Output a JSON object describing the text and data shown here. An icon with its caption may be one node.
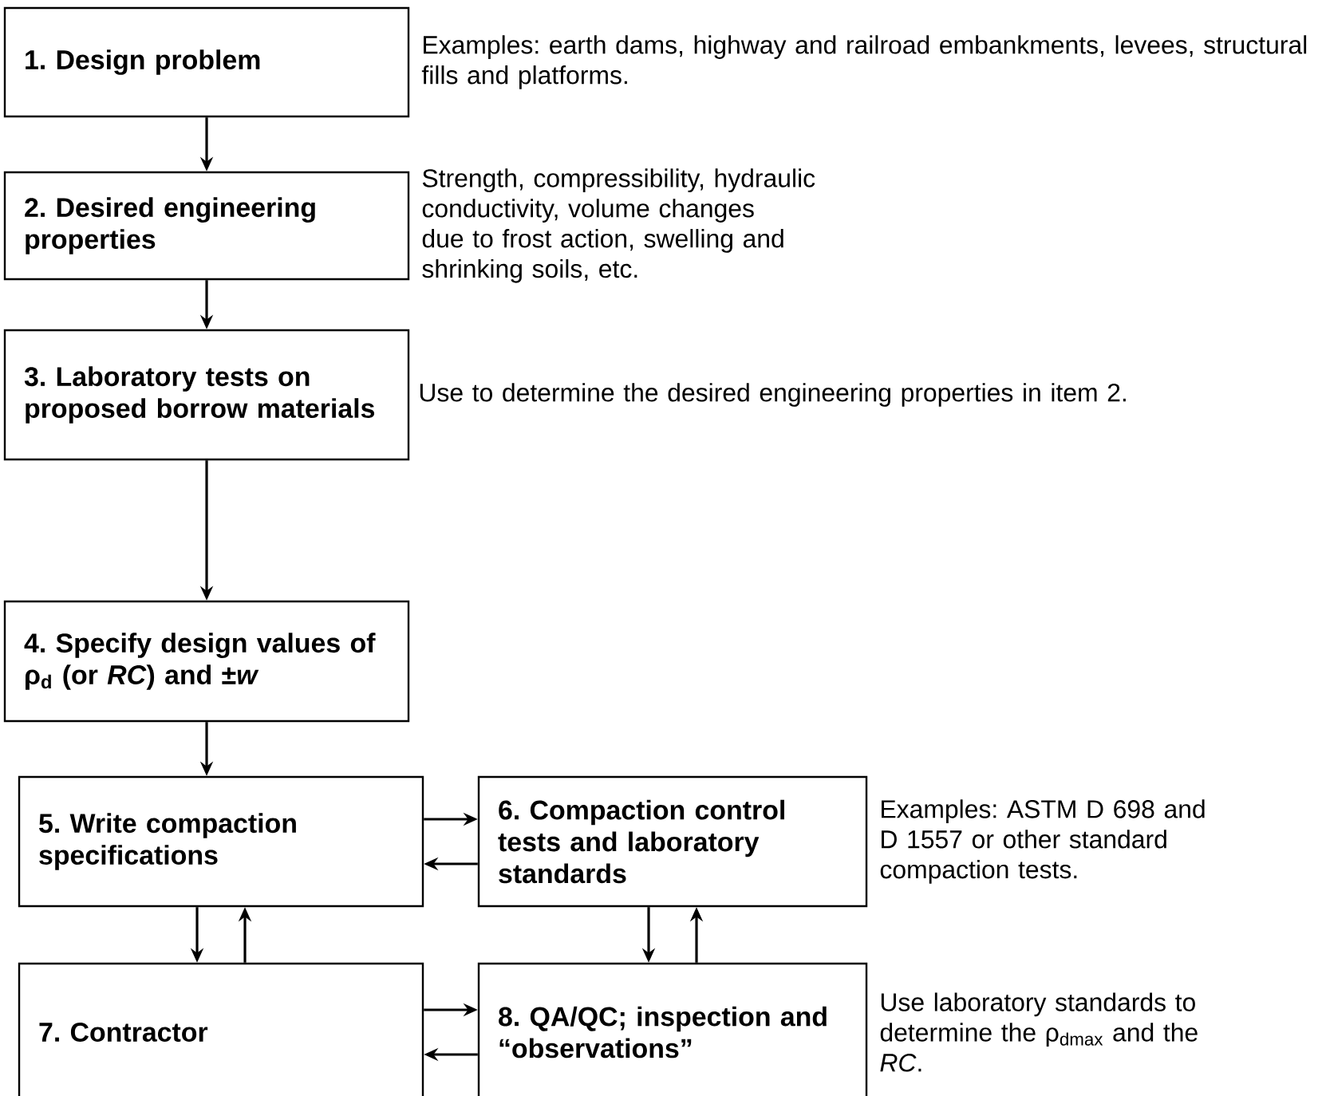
{
  "diagram": {
    "nodes": [
      {
        "text": [
          "1. Design problem"
        ],
        "beside": [
          "Examples: earth dams, highway and railroad embankments, levees, structural fills and platforms."
        ]
      },
      {
        "text": [
          "2. Desired engineering properties"
        ],
        "beside": [
          "Strength, compressibility, hydraulic conductivity, volume changes due to frost action, swelling and shrinking soils, etc."
        ]
      },
      {
        "text": [
          "3. Laboratory tests on proposed borrow materials"
        ],
        "beside": [
          "Use to determine the desired engineering properties in item 2."
        ]
      },
      {
        "text": [
          "4. Specify design values of ρ$_{d}$ (or *RC*) and ±*w*"
        ]
      },
      {
        "text": [
          "5. Write compaction specifications"
        ]
      },
      {
        "text": [
          "6. Compaction control tests and laboratory standards"
        ],
        "beside": [
          "Examples: ASTM D 698 and D 1557 or other standard compaction tests."
        ]
      },
      {
        "text": [
          "7. Contractor"
        ]
      },
      {
        "text": [
          "8. QA/QC; inspection and “observations”"
        ],
        "beside": [
          "Use laboratory standards to determine the ρ$_{dmax}$ and the *RC*."
        ]
      }
    ],
    "edges": [
      {
        "from": 0,
        "to": 1,
        "arrow": "to"
      },
      {
        "from": 1,
        "to": 2,
        "arrow": "to"
      },
      {
        "from": 2,
        "to": 3,
        "arrow": "to"
      },
      {
        "from": 3,
        "to": 4,
        "arrow": "to"
      },
      {
        "from": 4,
        "to": 5,
        "arrow": "to"
      },
      {
        "from": 5,
        "to": 4,
        "arrow": "to"
      },
      {
        "from": 4,
        "to": 6,
        "arrow": "to"
      },
      {
        "from": 6,
        "to": 4,
        "arrow": "to"
      },
      {
        "from": 5,
        "to": 7,
        "arrow": "to"
      },
      {
        "from": 7,
        "to": 5,
        "arrow": "to"
      },
      {
        "from": 6,
        "to": 7,
        "arrow": "to"
      },
      {
        "from": 7,
        "to": 6,
        "arrow": "to"
      }
    ]
  }
}
